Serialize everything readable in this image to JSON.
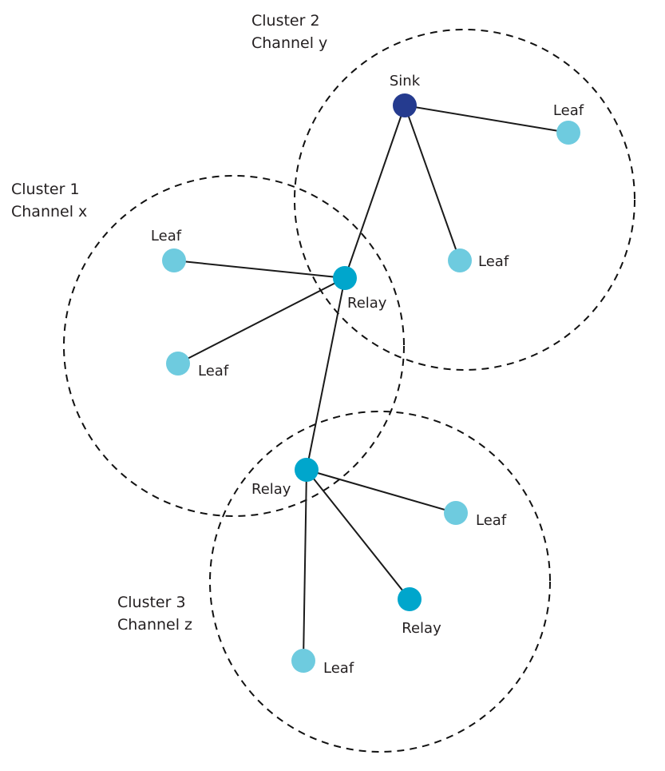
{
  "colors": {
    "sink": "#253b8f",
    "relay": "#00a6cc",
    "leaf": "#6ecbdf",
    "edge": "#1a1a1a",
    "cluster_border": "#111111",
    "text": "#231f20"
  },
  "clusters": [
    {
      "id": "c1",
      "name": "Cluster 1",
      "channel": "Channel x"
    },
    {
      "id": "c2",
      "name": "Cluster 2",
      "channel": "Channel y"
    },
    {
      "id": "c3",
      "name": "Cluster 3",
      "channel": "Channel z"
    }
  ],
  "nodes": [
    {
      "id": "sink",
      "type": "sink",
      "label": "Sink",
      "cluster": "c2"
    },
    {
      "id": "leaf_c2_a",
      "type": "leaf",
      "label": "Leaf",
      "cluster": "c2"
    },
    {
      "id": "leaf_c2_b",
      "type": "leaf",
      "label": "Leaf",
      "cluster": "c2"
    },
    {
      "id": "relay_1",
      "type": "relay",
      "label": "Relay",
      "cluster": "c1"
    },
    {
      "id": "leaf_c1_a",
      "type": "leaf",
      "label": "Leaf",
      "cluster": "c1"
    },
    {
      "id": "leaf_c1_b",
      "type": "leaf",
      "label": "Leaf",
      "cluster": "c1"
    },
    {
      "id": "relay_2",
      "type": "relay",
      "label": "Relay",
      "cluster": "c3"
    },
    {
      "id": "leaf_c3_a",
      "type": "leaf",
      "label": "Leaf",
      "cluster": "c3"
    },
    {
      "id": "relay_3",
      "type": "relay",
      "label": "Relay",
      "cluster": "c3"
    },
    {
      "id": "leaf_c3_b",
      "type": "leaf",
      "label": "Leaf",
      "cluster": "c3"
    }
  ],
  "edges": [
    {
      "from": "sink",
      "to": "leaf_c2_a"
    },
    {
      "from": "sink",
      "to": "leaf_c2_b"
    },
    {
      "from": "sink",
      "to": "relay_1"
    },
    {
      "from": "relay_1",
      "to": "leaf_c1_a"
    },
    {
      "from": "relay_1",
      "to": "leaf_c1_b"
    },
    {
      "from": "relay_1",
      "to": "relay_2"
    },
    {
      "from": "relay_2",
      "to": "leaf_c3_a"
    },
    {
      "from": "relay_2",
      "to": "relay_3"
    },
    {
      "from": "relay_2",
      "to": "leaf_c3_b"
    }
  ]
}
